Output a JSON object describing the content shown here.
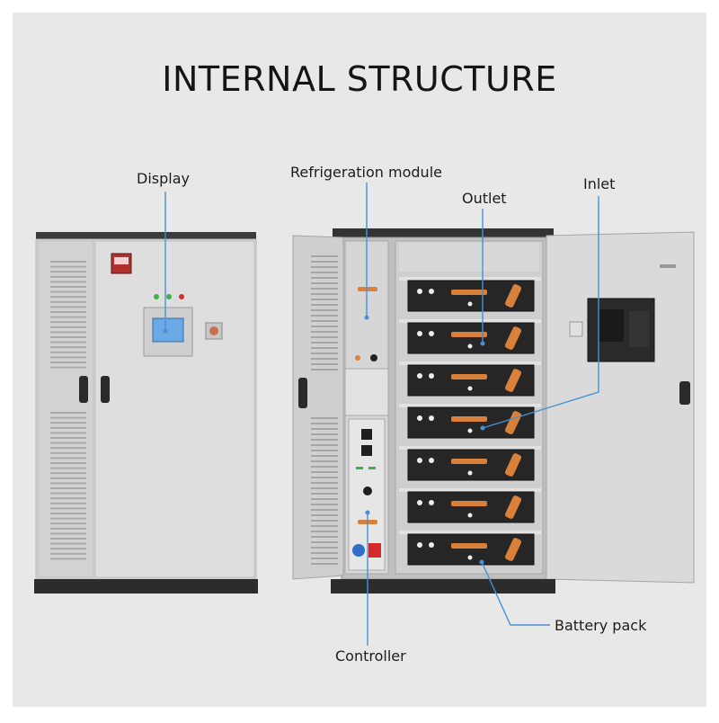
{
  "title": "INTERNAL STRUCTURE",
  "labels": {
    "display": "Display",
    "refrigeration_module": "Refrigeration module",
    "outlet": "Outlet",
    "inlet": "Inlet",
    "battery_pack": "Battery pack",
    "controller": "Controller"
  },
  "colors": {
    "background": "#e8e8e8",
    "cabinet_body": "#dcdcdc",
    "cabinet_dark": "#2c2c2c",
    "battery_dark": "#262626",
    "terminal_orange": "#d9803a",
    "leader_line": "#4a90d6",
    "indicator_green": "#3ab34a",
    "indicator_red": "#d03030",
    "button_blue": "#2f6fc6",
    "button_red": "#d22b2b",
    "screen_blue": "#6aa8e6"
  }
}
